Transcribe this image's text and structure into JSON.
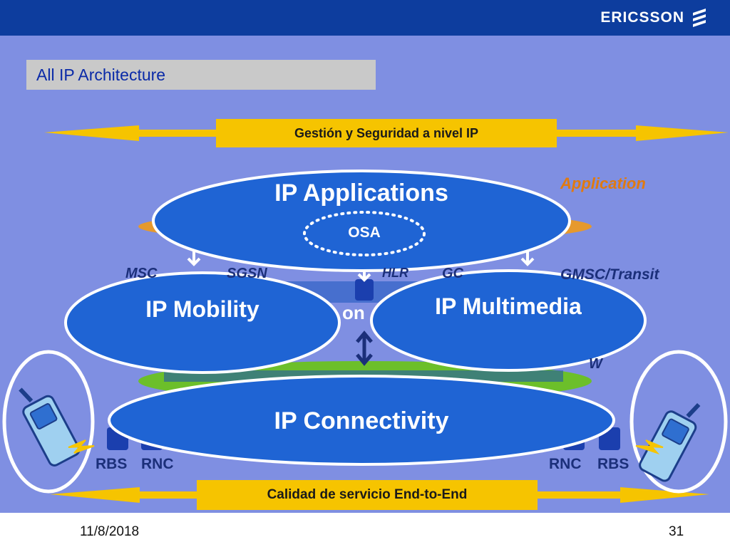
{
  "header": {
    "logo_text": "ERICSSON",
    "logo_icon": "ericsson-logo-icon",
    "bar_color": "#0d3d9e"
  },
  "slide": {
    "title": "All IP Architecture",
    "background_color": "#7f8fe2"
  },
  "banners": {
    "top": "Gestión y Seguridad a nivel IP",
    "bottom": "Calidad de servicio End-to-End"
  },
  "layers": {
    "applications": "IP Applications",
    "osa": "OSA",
    "mobility": "IP Mobility",
    "multimedia": "IP Multimedia",
    "connectivity": "IP Connectivity"
  },
  "background_labels": {
    "application": "Application",
    "msc": "MSC",
    "sgsn": "SGSN",
    "hlr": "HLR",
    "gc": "GC",
    "gmsc": "GMSC/Transit",
    "control_fragment": "on",
    "gw": "W",
    "rbs_left": "RBS",
    "rnc_left": "RNC",
    "rnc_right": "RNC",
    "rbs_right": "RBS"
  },
  "icons": {
    "phone_left": "mobile-phone-icon",
    "phone_right": "mobile-phone-icon"
  },
  "footer": {
    "date": "11/8/2018",
    "page": "31"
  }
}
